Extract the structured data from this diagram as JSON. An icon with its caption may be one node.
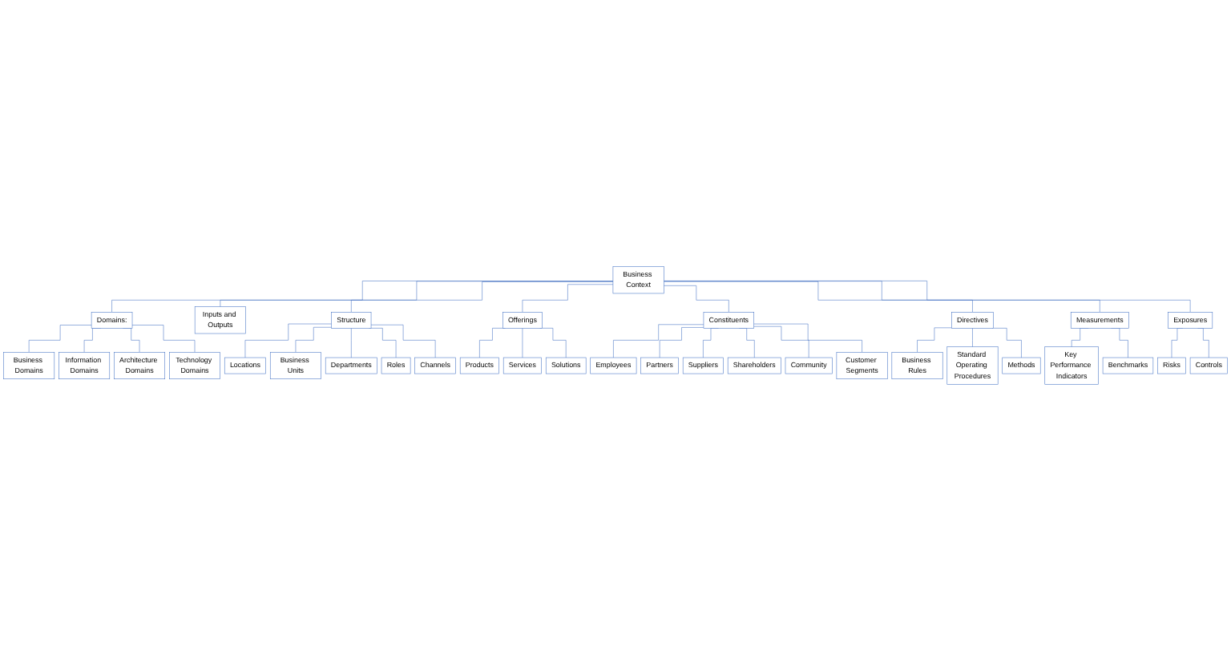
{
  "diagram": {
    "nodes": [
      {
        "text": [
          "Business Context"
        ]
      },
      {
        "text": [
          "Domains:"
        ]
      },
      {
        "text": [
          "Business Domains"
        ]
      },
      {
        "text": [
          "Information Domains"
        ]
      },
      {
        "text": [
          "Architecture Domains"
        ]
      },
      {
        "text": [
          "Technology Domains"
        ]
      },
      {
        "text": [
          "Inputs and Outputs"
        ]
      },
      {
        "text": [
          "Structure"
        ]
      },
      {
        "text": [
          "Locations"
        ]
      },
      {
        "text": [
          "Business Units"
        ]
      },
      {
        "text": [
          "Departments"
        ]
      },
      {
        "text": [
          "Roles"
        ]
      },
      {
        "text": [
          "Channels"
        ]
      },
      {
        "text": [
          "Offerings"
        ]
      },
      {
        "text": [
          "Products"
        ]
      },
      {
        "text": [
          "Services"
        ]
      },
      {
        "text": [
          "Solutions"
        ]
      },
      {
        "text": [
          "Constituents"
        ]
      },
      {
        "text": [
          "Employees"
        ]
      },
      {
        "text": [
          "Partners"
        ]
      },
      {
        "text": [
          "Suppliers"
        ]
      },
      {
        "text": [
          "Shareholders"
        ]
      },
      {
        "text": [
          "Community"
        ]
      },
      {
        "text": [
          "Customer Segments"
        ]
      },
      {
        "text": [
          "Directives"
        ]
      },
      {
        "text": [
          "Business Rules"
        ]
      },
      {
        "text": [
          "Standard Operating Procedures"
        ]
      },
      {
        "text": [
          "Methods"
        ]
      },
      {
        "text": [
          "Measurements"
        ]
      },
      {
        "text": [
          "Key Performance Indicators"
        ]
      },
      {
        "text": [
          "Benchmarks"
        ]
      },
      {
        "text": [
          "Exposures"
        ]
      },
      {
        "text": [
          "Risks"
        ]
      },
      {
        "text": [
          "Controls"
        ]
      }
    ],
    "edges": [
      {
        "from": 0,
        "to": 1,
        "arrow": "none"
      },
      {
        "from": 0,
        "to": 6,
        "arrow": "none"
      },
      {
        "from": 0,
        "to": 7,
        "arrow": "none"
      },
      {
        "from": 0,
        "to": 13,
        "arrow": "none"
      },
      {
        "from": 0,
        "to": 17,
        "arrow": "none"
      },
      {
        "from": 0,
        "to": 24,
        "arrow": "none"
      },
      {
        "from": 0,
        "to": 28,
        "arrow": "none"
      },
      {
        "from": 0,
        "to": 31,
        "arrow": "none"
      },
      {
        "from": 1,
        "to": 2,
        "arrow": "none"
      },
      {
        "from": 1,
        "to": 3,
        "arrow": "none"
      },
      {
        "from": 1,
        "to": 4,
        "arrow": "none"
      },
      {
        "from": 1,
        "to": 5,
        "arrow": "none"
      },
      {
        "from": 7,
        "to": 8,
        "arrow": "none"
      },
      {
        "from": 7,
        "to": 9,
        "arrow": "none"
      },
      {
        "from": 7,
        "to": 10,
        "arrow": "none"
      },
      {
        "from": 7,
        "to": 11,
        "arrow": "none"
      },
      {
        "from": 7,
        "to": 12,
        "arrow": "none"
      },
      {
        "from": 13,
        "to": 14,
        "arrow": "none"
      },
      {
        "from": 13,
        "to": 15,
        "arrow": "none"
      },
      {
        "from": 13,
        "to": 16,
        "arrow": "none"
      },
      {
        "from": 17,
        "to": 18,
        "arrow": "none"
      },
      {
        "from": 17,
        "to": 19,
        "arrow": "none"
      },
      {
        "from": 17,
        "to": 20,
        "arrow": "none"
      },
      {
        "from": 17,
        "to": 21,
        "arrow": "none"
      },
      {
        "from": 17,
        "to": 22,
        "arrow": "none"
      },
      {
        "from": 17,
        "to": 23,
        "arrow": "none"
      },
      {
        "from": 24,
        "to": 25,
        "arrow": "none"
      },
      {
        "from": 24,
        "to": 26,
        "arrow": "none"
      },
      {
        "from": 24,
        "to": 27,
        "arrow": "none"
      },
      {
        "from": 28,
        "to": 29,
        "arrow": "none"
      },
      {
        "from": 28,
        "to": 30,
        "arrow": "none"
      },
      {
        "from": 31,
        "to": 32,
        "arrow": "none"
      },
      {
        "from": 31,
        "to": 33,
        "arrow": "none"
      }
    ]
  }
}
